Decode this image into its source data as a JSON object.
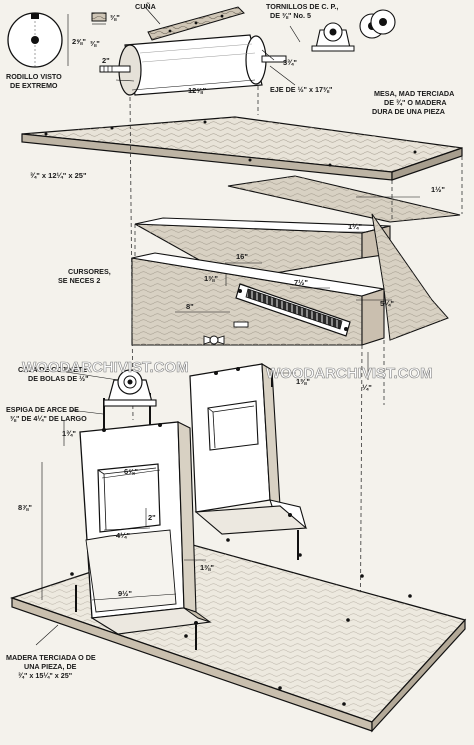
{
  "labels": {
    "cuna": "CUÑA",
    "tornillos_1": "TORNILLOS DE C. P.,",
    "tornillos_2": "DE ⅜\" No. 5",
    "rodillo_1": "RODILLO VISTO",
    "rodillo_2": "DE EXTREMO",
    "eje": "EJE DE ½\" x 17⅜\"",
    "mesa_1": "MESA, MAD TERCIADA",
    "mesa_2": "DE ¾\" O MADERA",
    "mesa_3": "DURA DE UNA PIEZA",
    "cursores_1": "CURSORES,",
    "cursores_2": "SE NECES 2",
    "caja_1": "CAJA DE COJINETE",
    "caja_2": "DE BOLAS DE ½\"",
    "espiga_1": "ESPIGA DE ARCE DE",
    "espiga_2": "⅜\" DE 4¼\" DE LARGO",
    "madera_1": "MADERA TERCIADA O DE",
    "madera_2": "UNA PIEZA, DE",
    "madera_3": "¾\" x 15¼\" x 25\""
  },
  "dimensions": {
    "d_3_8_top": "⅜\"",
    "d_2_5_8": "2⅝\"",
    "d_3_8_left": "⅜\"",
    "d_2": "2\"",
    "d_12_5_8": "12⅝\"",
    "d_3_3_4": "3¾\"",
    "d_table": "¾\" x 12¼\" x 25\"",
    "d_1_1_2": "1½\"",
    "d_1_1_4": "1¼\"",
    "d_16": "16\"",
    "d_1_3_8": "1⅜\"",
    "d_7_1_2": "7½\"",
    "d_5_1_4": "5¼\"",
    "d_8": "8\"",
    "d_1_4": "¼\"",
    "d_1_3_4": "1¾\"",
    "d_6_5_8": "6⅝\"",
    "d_2b": "2\"",
    "d_8_7_8": "8⅞\"",
    "d_4_1_4": "4¼\"",
    "d_1_3_8b": "1⅜\"",
    "d_1_3_8c": "1⅜\"",
    "d_9_1_2": "9½\""
  },
  "watermarks": {
    "w1": "WOODARCHIVIST.COM",
    "w2": "WOODARCHIVIST.COM"
  }
}
